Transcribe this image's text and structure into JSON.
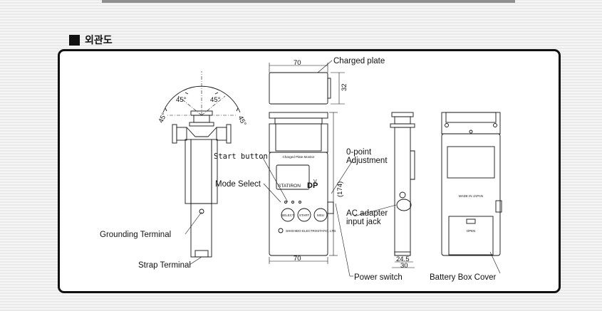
{
  "section": {
    "title": "외관도"
  },
  "diagram": {
    "callouts": {
      "charged_plate": "Charged plate",
      "start_button": "Start button",
      "mode_select": "Mode Select",
      "zero_point_1": "0-point",
      "zero_point_2": "Adjustment",
      "ac_adapter_1": "AC adapter",
      "ac_adapter_2": "input jack",
      "grounding_terminal": "Grounding Terminal",
      "strap_terminal": "Strap Terminal",
      "power_switch": "Power switch",
      "battery_box_cover": "Battery Box Cover"
    },
    "dimensions": {
      "top_width": "70",
      "plate_height": "32",
      "body_width": "70",
      "overall_height": "(174)",
      "side_depth": "24.5",
      "side_total": "30"
    },
    "angles": {
      "a1": "45°",
      "a2": "45°",
      "a3": "45°",
      "a4": "45°"
    },
    "device": {
      "front_label": "Charged Plate Monitor",
      "brand": "STATIRON",
      "model": "DP",
      "button_1": "SELECT",
      "button_2": "START",
      "button_3": "MSU",
      "display_unit": "V",
      "maker": "SHISHIDO ELECTROSTATIC, LTD.",
      "made_in": "MADE IN JAPAN",
      "battery_open": "OPEN"
    }
  }
}
